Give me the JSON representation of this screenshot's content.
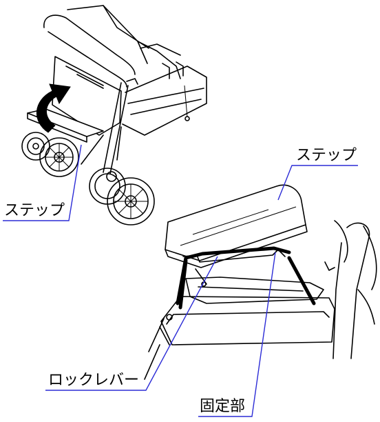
{
  "labels": {
    "step_top_left": "ステップ",
    "step_top_right": "ステップ",
    "lock_lever": "ロックレバー",
    "fixing_part": "固定部"
  },
  "colors": {
    "leader_line": "#2b2bd6",
    "line_art": "#000000",
    "background": "#ffffff"
  },
  "icons": {
    "rotate_arrow": "curved-up-arrow-icon"
  }
}
